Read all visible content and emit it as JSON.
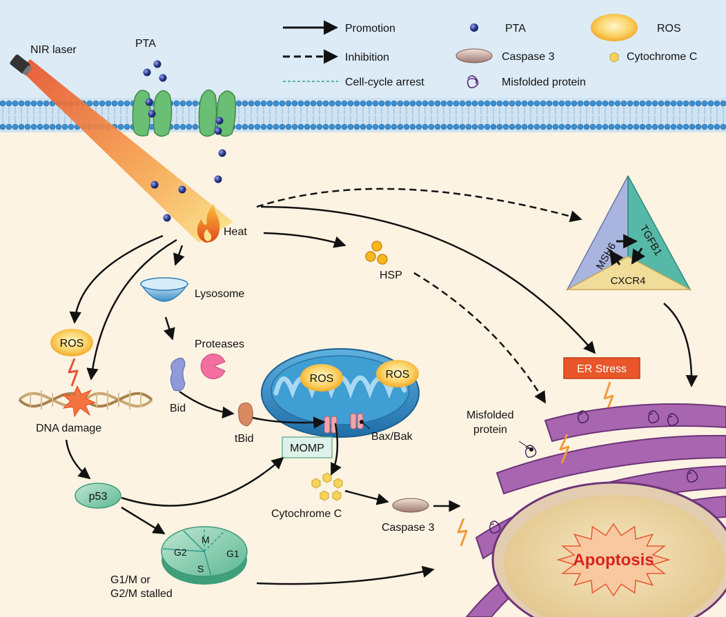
{
  "legend": {
    "promotion": "Promotion",
    "inhibition": "Inhibition",
    "cell_cycle_arrest": "Cell-cycle arrest",
    "pta": "PTA",
    "caspase3": "Caspase 3",
    "misfolded_protein": "Misfolded protein",
    "ros": "ROS",
    "cytochrome_c": "Cytochrome C"
  },
  "labels": {
    "nir_laser": "NIR laser",
    "pta": "PTA",
    "heat": "Heat",
    "hsp": "HSP",
    "lysosome": "Lysosome",
    "proteases": "Proteases",
    "bid": "Bid",
    "tbid": "tBid",
    "ros": "ROS",
    "dna_damage": "DNA damage",
    "p53": "p53",
    "momp": "MOMP",
    "bax_bak": "Bax/Bak",
    "cytochrome_c": "Cytochrome C",
    "caspase3": "Caspase 3",
    "er_stress": "ER Stress",
    "misfolded_protein_line1": "Misfolded",
    "misfolded_protein_line2": "protein",
    "apoptosis": "Apoptosis",
    "stalled_line1": "G1/M or",
    "stalled_line2": "G2/M stalled"
  },
  "pyramid": {
    "msh6": "MSH6",
    "tgfb1": "TGFB1",
    "cxcr4": "CXCR4"
  },
  "cell_cycle": {
    "m": "M",
    "g1": "G1",
    "g2": "G2",
    "s": "S"
  },
  "colors": {
    "cytoplasm": "#fdf3e3",
    "extracellular": "#dcebf6",
    "pta_particle": "#23358a",
    "ros_fill": "#f7b93b",
    "er_fill": "#a865b0",
    "mito_fill": "#3a93c9",
    "apoptosis_text": "#d8231c",
    "er_stress_box": "#e8562a",
    "channel": "#6bbf74"
  }
}
